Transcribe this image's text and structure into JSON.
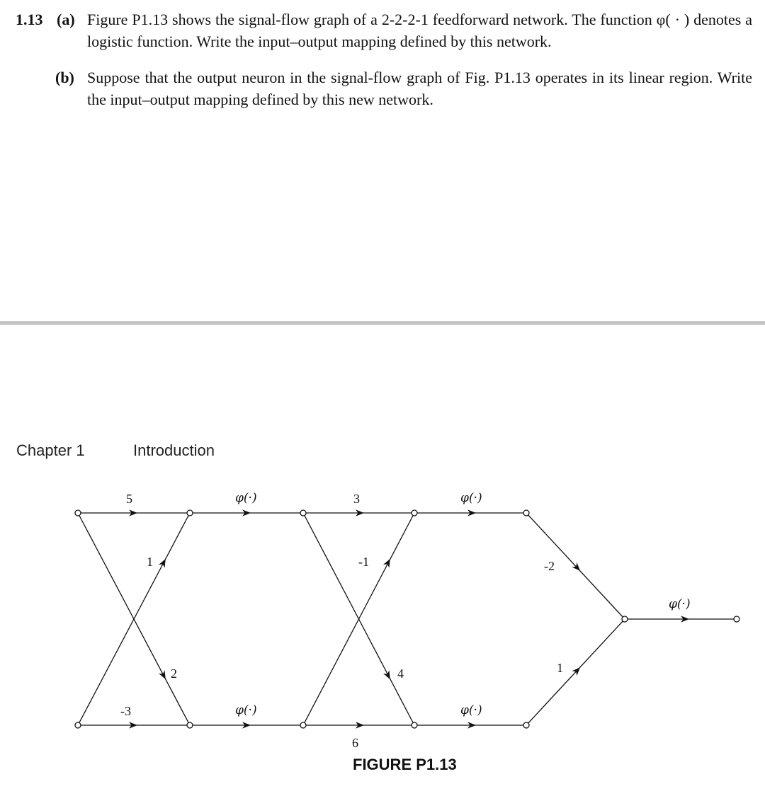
{
  "problem": {
    "number": "1.13",
    "part_a": {
      "label": "(a)",
      "text": "Figure P1.13 shows the signal-flow graph of a 2-2-2-1 feedforward network. The function φ( · ) denotes a logistic function. Write the input–output mapping defined by this network."
    },
    "part_b": {
      "label": "(b)",
      "text": "Suppose that the output neuron in the signal-flow graph of Fig. P1.13 operates in its linear region. Write the input–output mapping defined by this new network."
    }
  },
  "page_header": {
    "chapter": "Chapter 1",
    "section": "Introduction"
  },
  "figure": {
    "caption": "FIGURE P1.13",
    "phi_label": "φ(·)",
    "weights": {
      "layer1": {
        "top_straight": "5",
        "bottom_to_top": "1",
        "top_to_bottom": "2",
        "bottom_straight": "-3"
      },
      "layer2": {
        "top_straight": "3",
        "bottom_to_top": "-1",
        "top_to_bottom": "4",
        "bottom_straight": "6"
      },
      "output": {
        "top": "-2",
        "bottom": "1"
      }
    }
  }
}
